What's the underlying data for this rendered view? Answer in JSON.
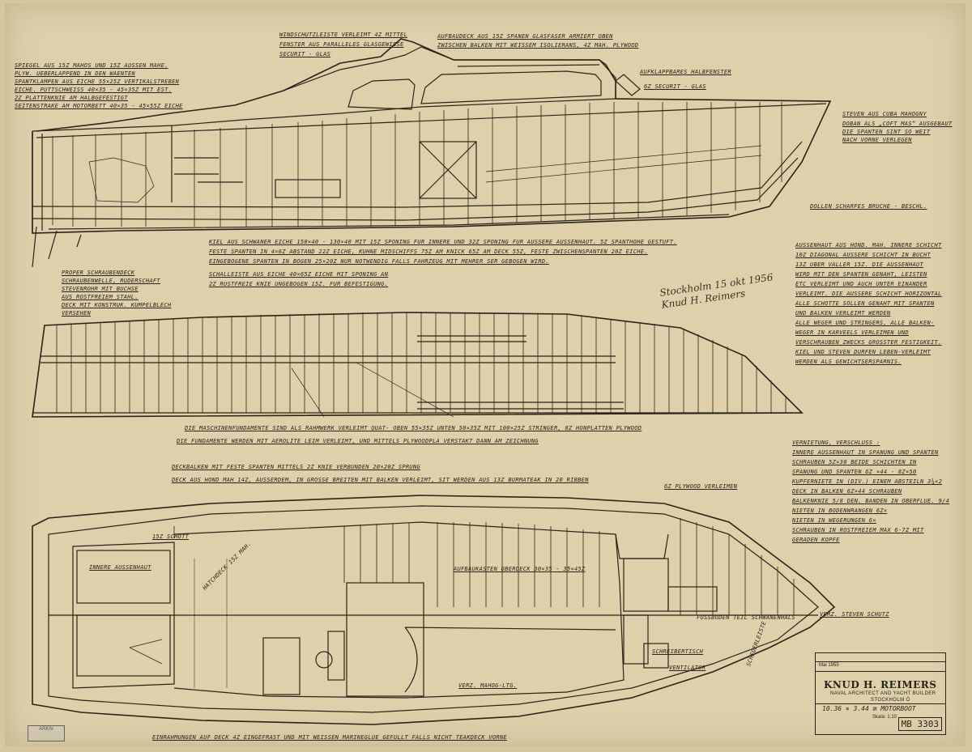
{
  "drawing": {
    "firm_name": "KNUD H. REIMERS",
    "firm_subtitle": "NAVAL ARCHITECT AND YACHT BUILDER",
    "firm_city": "STOCKHOLM Ö",
    "boat": "10.36 × 3.44 m  MOTORBOOT",
    "scale": "Skala: 1:10",
    "date": "Mai 1955",
    "drawing_number": "MB 3303",
    "signature_line1": "Stockholm 15 okt 1956",
    "signature_line2": "Knud H. Reimers",
    "stamp": "ARKIV"
  },
  "notes": {
    "windscreen": "WINDSCHUTZLEISTE VERLEIMT 4Z MITTEL",
    "windscreen2": "FENSTER AUS PARALLELES GLASGEWISSE",
    "windscreen3": "SECURIT - GLAS",
    "roof": "AUFBAUDECK AUS 15Z SPANEN GLASFASER ARMIERT OBEN",
    "roof2": "ZWISCHEN BALKEN MIT WEISSEM ISOLIERANS, 4Z MAH. PLYWOOD",
    "folding_window": "AUFKLAPPBARES HALBFENSTER",
    "securit_glass": "6Z SECURIT - GLAS",
    "transom1": "SPIEGEL AUS 15Z MAHOS UND 15Z AUSSEN MAHE.",
    "transom2": "PLYW. UEBERLAPPEND IN DEN WAENTEN",
    "transom3": "SPANTKLAMPEN AUS EICHE 55×25Z  VERTIKALSTREBEN",
    "transom4": "EICHE. PUTTSCHWEISS 40×35 - 45×35Z MIT EST.",
    "transom5": "2Z PLATTENKNIE AM HALBGEFESTIGT",
    "transom6": "SEITENSTRAKE AM MOTORBETT 40×35 - 45×55Z EICHE",
    "stem": "STEVEN AUS CUBA MAHOGNY",
    "stem2": "DOBAN ALS „COFT MAS“ AUSGEBAUT",
    "stem3": "DIE SPANTEN SINT SO WEIT",
    "stem4": "NACH VORNE VERLEGEN",
    "rubbing": "DOLLEN SCHARFES BRUCHE - BESCHL.",
    "keel1": "KIEL AUS SCHWANER EICHE 150×40 - 130×40 MIT 15Z SPONING FUR INNERE UND 32Z SPONING FUR AUSSERE AUSSENHAUT. 5Z SPANTHOHE GESTUFT.",
    "keel2": "FESTE SPANTEN IN 4×6Z ABSTAND 22Z EICHE, KUHNE MIDSCHIFFS 75Z AM KNICK 65Z AM DECK 55Z, FESTE ZWISCHENSPANTEN 20Z EICHE.",
    "keel3": "EINGEBOGENE SPANTEN IN BOGEN 25×20Z NUR NOTWENDIG FALLS FAHRZEUG MIT MEHRER SER GEBOGEN WIRD.",
    "keel4": "SCHALLEISTE AUS EICHE 40×65Z EICHE MIT SPONING AN",
    "keel5": "2Z RUSTFREIE KNIE UNGEBOGEN 15Z. FUR BEFESTIGUNG.",
    "prop1": "PROPER SCHRAUBENDECK",
    "prop2": "SCHRAUBENWELLE, RUDERSCHAFT",
    "prop3": "STEVENROHR MIT BUCHSE",
    "prop4": "AUS ROSTFREIEM STAHL.",
    "prop5": "DECK MIT KONSTRUK. KUMPELBLECH",
    "prop6": "VERSEHEN",
    "hull_r1": "AUSSENHAUT AUS HOND. MAH. INNERE SCHICHT",
    "hull_r2": "10Z DIAGONAL AUSSERE SCHICHT IN BUCHT",
    "hull_r3": "13Z UBER VALLER 15Z. DIE AUSSENHAUT",
    "hull_r4": "WIRD MIT DEN SPANTEN GENAHT, LEISTEN",
    "hull_r5": "ETC VERLEIMT UND AUCH UNTER EINANDER",
    "hull_r6": "VERLEIMT. DIE AUSSERE SCHICHT HORIZONTAL",
    "hull_r7": "ALLE SCHOTTE SOLLEN GENAHT MIT SPANTEN",
    "hull_r8": "UND BALKEN VERLEIMT WERDEN",
    "hull_r9": "ALLE WEGER UND STRINGERS, ALLE BALKEN-",
    "hull_r10": "WEGER IN KARVEELS VERLEIMEN UND",
    "hull_r11": "VERSCHRAUBEN ZWECKS GROSSTER FESTIGKEIT.",
    "hull_r12": "KIEL UND STEVEN DURFEN LEBEN-VERLEIMT",
    "hull_r13": "WERDEN ALS GEWICHTSERSPARNIS.",
    "eng1": "DIE MASCHINENFUNDAMENTE SIND ALS RAHMWERK VERLEIMT  QUAT- OBEN 55×35Z UNTEN 50×35Z MIT 100×25Z STRINGER, 8Z HONPLATTEN PLYWOOD",
    "eng2": "DIE FUNDAMENTE WERDEN MIT AEROLITE LEIM VERLEIMT, UND MITTELS PLYWOODPLA VERSTAKT  DANN AM ZEICHNUNG",
    "deck1": "DECKBALKEN MIT FESTE SPANTEN MITTELS 2Z KNIE VERBUNDEN 20×20Z SPRUNG",
    "deck2": "DECK AUS HOND MAH 14Z, AUSSERDEM, IN GROSSE BREITEN MIT BALKEN VERLEIMT, SIT WERDEN AUS 13Z BURMATEAK IN 20 RIBBEN",
    "fast_title": "VERNIETUNG, VERSCHLUSS :",
    "fast1": "INNERE AUSSENHAUT IN SPANUNG UND SPANTEN",
    "fast2": "SCHRAUBEN 5Z×30 BEIDE SCHICHTEN IN",
    "fast3": "SPANUNG UND SPANTEN 6Z ×44 - 8Z×50",
    "fast4": "KUPFERNIETE IN (DIV.) EINEM ABSTEILN 3¾×2",
    "fast5": "DECK IN BALKEN 6Z×44 SCHRAUBEN",
    "fast6": "BALKENKNIE 5/8 DEN. BANDEN IN OBERFLUE. 9/4",
    "fast7": "NIETEN IN BODENWRANGEN 6Z×",
    "fast8": "NIETEN IN WEGERUNGEN 6×",
    "fast9": "SCHRAUBEN IN ROSTFREIEM MAX 6-7Z MIT",
    "fast10": "GERADEN KOPFE",
    "bottom": "EINRAHMUNGEN AUF DECK 4Z EINGEFRAST UND MIT WEISSEN MARINEGLUE GEFULLT FALLS NICHT TEAKDECK VORNE",
    "plywood": "6Z PLYWOOD VERLEIMEN",
    "floor": "AUFBAUKASTEN OBERDECK 30×35 - 35×45Z",
    "hatch": "HATCHDECK 15Z MAH.",
    "ventilator": "VENTILATOR",
    "seat": "SCHREIBERTISCH",
    "bench": "FUSSBODEN TEIL SCHWANENHALS",
    "bulkhead": "15Z SCHOTT",
    "mahogany": "VERZ. MAHOG-LTG.",
    "fender": "SCHEUERLEISTE",
    "bow_protection": "VERZ. STEVEN SCHUTZ",
    "inner_hull": "INNERE AUSSENHAUT"
  }
}
